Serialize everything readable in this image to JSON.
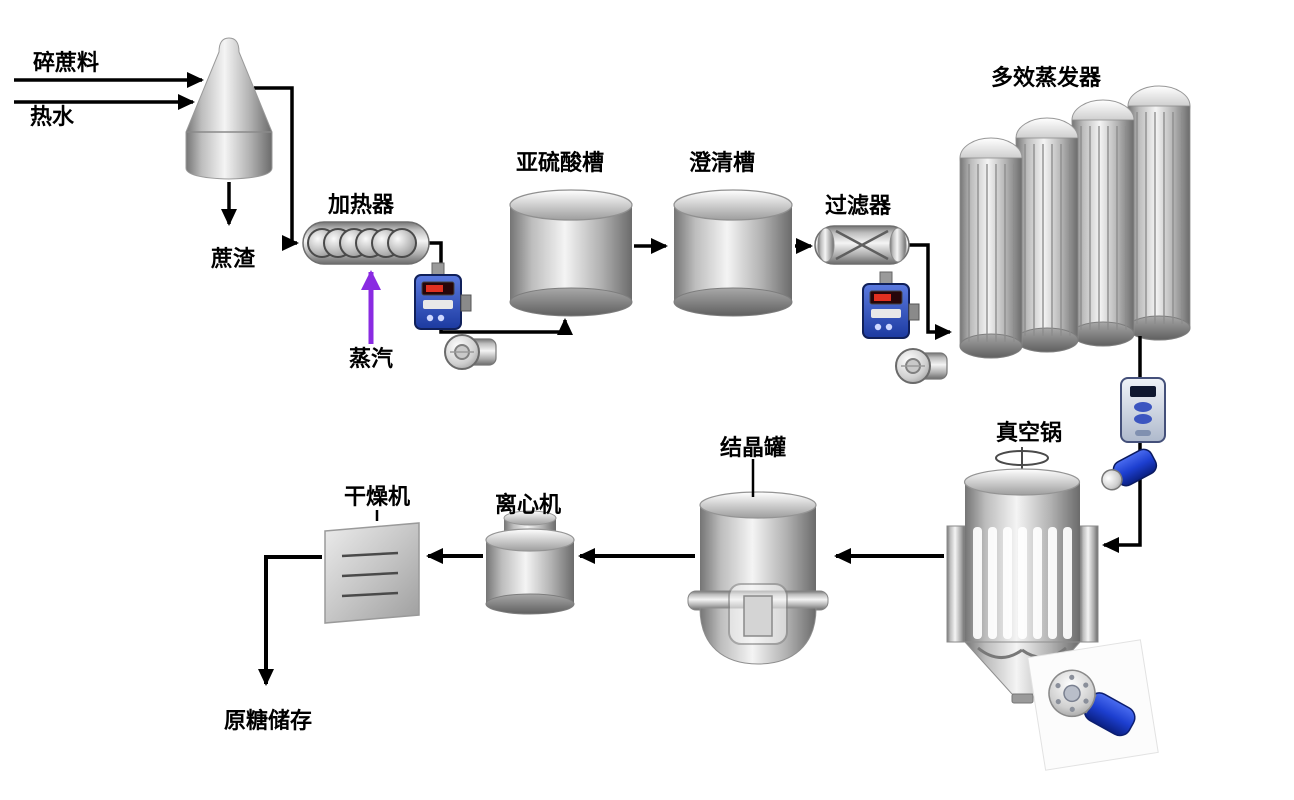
{
  "diagram": {
    "type": "process-flow",
    "labels": {
      "crushed_cane": "碎蔗料",
      "hot_water": "热水",
      "bagasse": "蔗渣",
      "heater": "加热器",
      "steam": "蒸汽",
      "sulfite_tank": "亚硫酸槽",
      "clarifier": "澄清槽",
      "filter": "过滤器",
      "evaporator": "多效蒸发器",
      "vacuum_pan": "真空锅",
      "crystallizer": "结晶罐",
      "centrifuge": "离心机",
      "dryer": "干燥机",
      "raw_sugar_storage": "原糖储存"
    },
    "colors": {
      "background": "#ffffff",
      "arrow": "#000000",
      "steam_arrow": "#8a2be2",
      "label_text": "#000000",
      "instrument_blue": "#3a5bbf",
      "instrument_display_red": "#e03020",
      "pump_motor_blue": "#2b4fd7",
      "metal_light": "#f4f4f4",
      "metal_dark": "#6b6b6b"
    },
    "flow": {
      "inputs": [
        "碎蔗料",
        "热水"
      ],
      "byproduct_from_mixer": "蔗渣",
      "heater_utility_input": "蒸汽",
      "main_sequence": [
        "加热器",
        "亚硫酸槽",
        "澄清槽",
        "过滤器",
        "多效蒸发器",
        "真空锅",
        "结晶罐",
        "离心机",
        "干燥机",
        "原糖储存"
      ]
    }
  }
}
